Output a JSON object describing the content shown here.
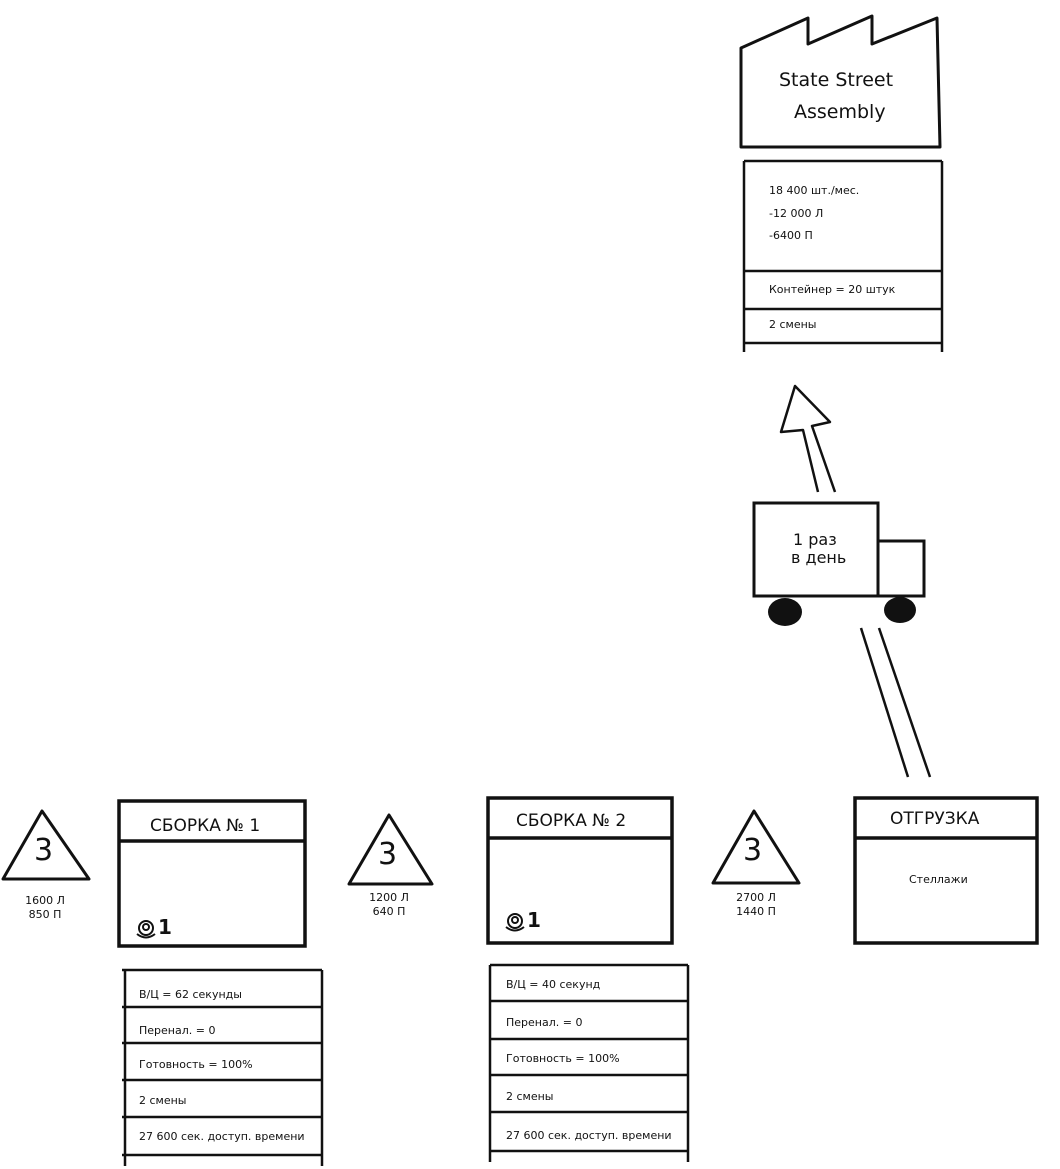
{
  "customer": {
    "name_line1": "State Street",
    "name_line2": "Assembly",
    "data": {
      "demand": "18 400 шт./мес.",
      "left": "-12 000 Л",
      "right": "-6400 П",
      "container": "Контейнер = 20 штук",
      "shifts": "2 смены"
    }
  },
  "truck": {
    "line1": "1 раз",
    "line2": "в день"
  },
  "inventories": [
    {
      "count": "3",
      "left": "1600 Л",
      "right": "850 П"
    },
    {
      "count": "3",
      "left": "1200 Л",
      "right": "640 П"
    },
    {
      "count": "3",
      "left": "2700 Л",
      "right": "1440 П"
    }
  ],
  "processes": [
    {
      "title": "СБОРКА № 1",
      "operators": "1",
      "data": [
        "В/Ц = 62 секунды",
        "Перенал. = 0",
        "Готовность = 100%",
        "2 смены",
        "27 600 сек. доступ. времени"
      ]
    },
    {
      "title": "СБОРКА № 2",
      "operators": "1",
      "data": [
        "В/Ц = 40 секунд",
        "Перенал. = 0",
        "Готовность = 100%",
        "2 смены",
        "27 600 сек. доступ. времени"
      ]
    },
    {
      "title": "ОТГРУЗКА",
      "note": "Стеллажи"
    }
  ]
}
